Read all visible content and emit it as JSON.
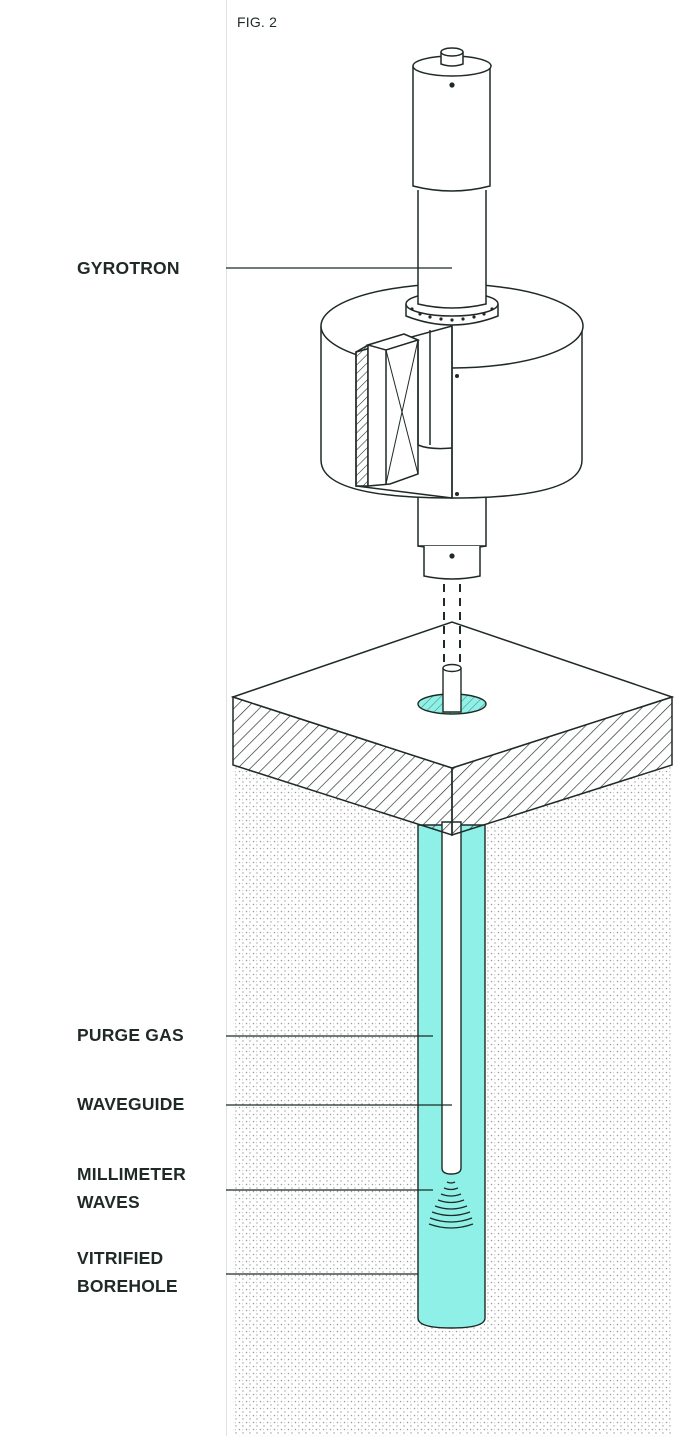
{
  "figure": {
    "title": "FIG. 2"
  },
  "labels": {
    "gyrotron": "GYROTRON",
    "purge_gas": "PURGE GAS",
    "waveguide": "WAVEGUIDE",
    "millimeter_waves": {
      "line1": "MILLIMETER",
      "line2": "WAVES"
    },
    "vitrified_borehole": {
      "line1": "VITRIFIED",
      "line2": "BOREHOLE"
    }
  },
  "colors": {
    "ink": "#1f2a26",
    "borehole": "#8ef0e6",
    "soil_dots": "#9a9a9a",
    "leader_line": "#1f2a26"
  }
}
